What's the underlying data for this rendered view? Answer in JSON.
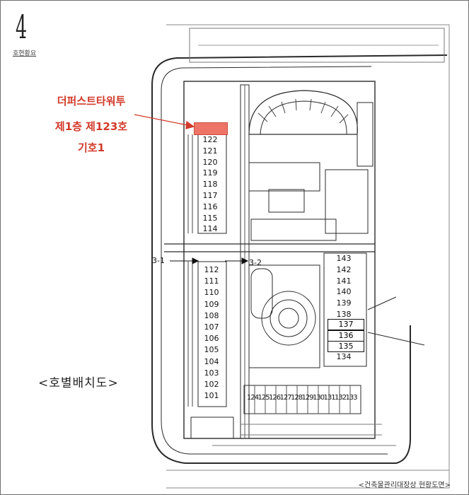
{
  "page": {
    "number": "4",
    "subtitle": "호현황요"
  },
  "callout": {
    "line1": "더퍼스트타워투",
    "line2": "제1층 제123호",
    "line3": "기호1",
    "accent_color": "#d23a2a",
    "highlight_color": "#ef7468"
  },
  "legend": {
    "label": "<호별배치도>"
  },
  "footer": {
    "caption": "<건축물관리대장상 현황도면>"
  },
  "corridors": {
    "left": "3-1",
    "right": "3-2"
  },
  "units": {
    "left_upper": [
      "122",
      "121",
      "120",
      "119",
      "118",
      "117",
      "116",
      "115",
      "114"
    ],
    "left_lower": [
      "112",
      "111",
      "110",
      "109",
      "108",
      "107",
      "106",
      "105",
      "104",
      "103",
      "102",
      "101"
    ],
    "right_upper": [
      "143",
      "142",
      "141",
      "140",
      "139",
      "138"
    ],
    "right_boxed": [
      "137",
      "136",
      "135"
    ],
    "right_bottom": [
      "134"
    ],
    "bottom_row": [
      "124",
      "125",
      "126",
      "127",
      "128",
      "129",
      "130",
      "131",
      "132",
      "133"
    ]
  }
}
